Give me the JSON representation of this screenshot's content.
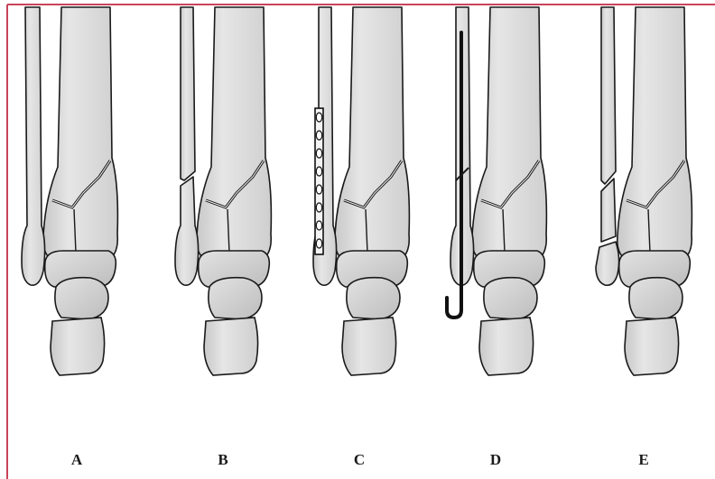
{
  "colors": {
    "frame": "#c9445a",
    "bone_fill": "#d4d4d4",
    "bone_light": "#e8e8e8",
    "outline": "#1a1a1a",
    "implant": "#111111"
  },
  "panels": [
    {
      "label": "A",
      "variant": "intact-fibula"
    },
    {
      "label": "B",
      "variant": "fibula-fracture"
    },
    {
      "label": "C",
      "variant": "plate-fixation"
    },
    {
      "label": "D",
      "variant": "intramedullary-rod"
    },
    {
      "label": "E",
      "variant": "segmental-fibula"
    }
  ]
}
